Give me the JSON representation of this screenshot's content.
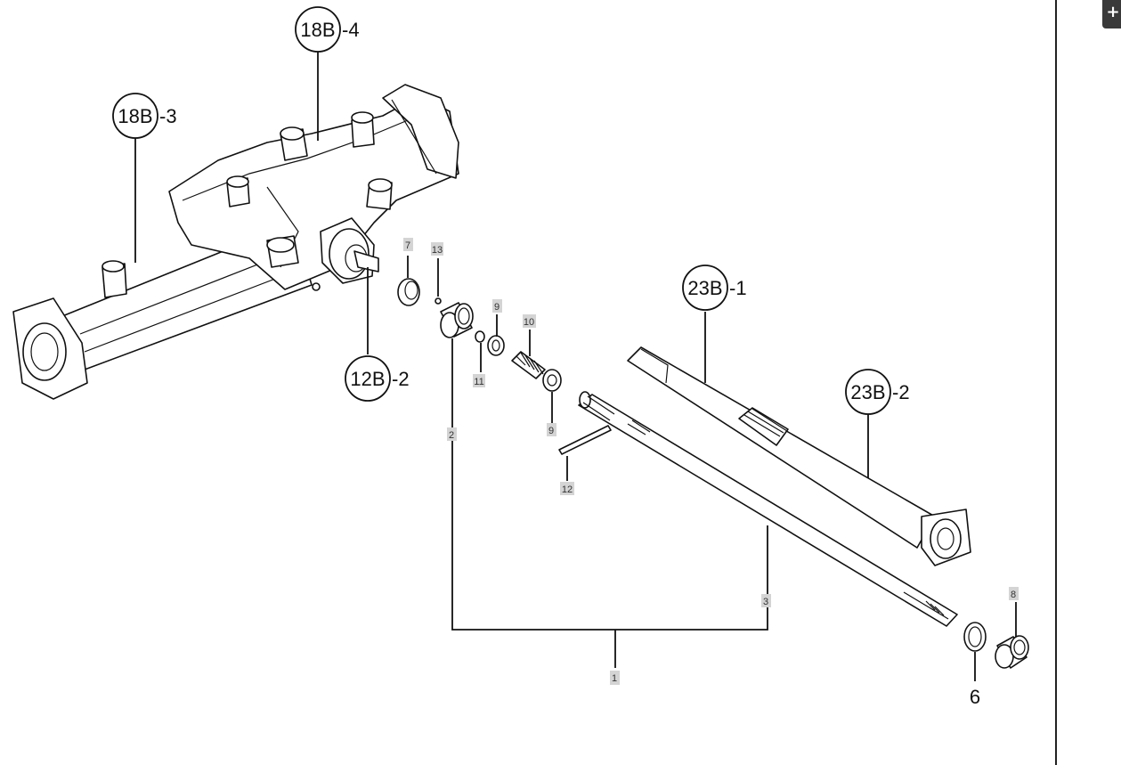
{
  "refs": {
    "r18b4": {
      "code": "18B",
      "suffix": "-4"
    },
    "r18b3": {
      "code": "18B",
      "suffix": "-3"
    },
    "r12b2": {
      "code": "12B",
      "suffix": "-2"
    },
    "r23b1": {
      "code": "23B",
      "suffix": "-1"
    },
    "r23b2": {
      "code": "23B",
      "suffix": "-2"
    }
  },
  "labels": {
    "p1": "1",
    "p2": "2",
    "p3": "3",
    "p6": "6",
    "p7": "7",
    "p8": "8",
    "p9a": "9",
    "p9b": "9",
    "p10": "10",
    "p11": "11",
    "p12": "12",
    "p13": "13"
  },
  "ui": {
    "zoom_label": "+"
  }
}
